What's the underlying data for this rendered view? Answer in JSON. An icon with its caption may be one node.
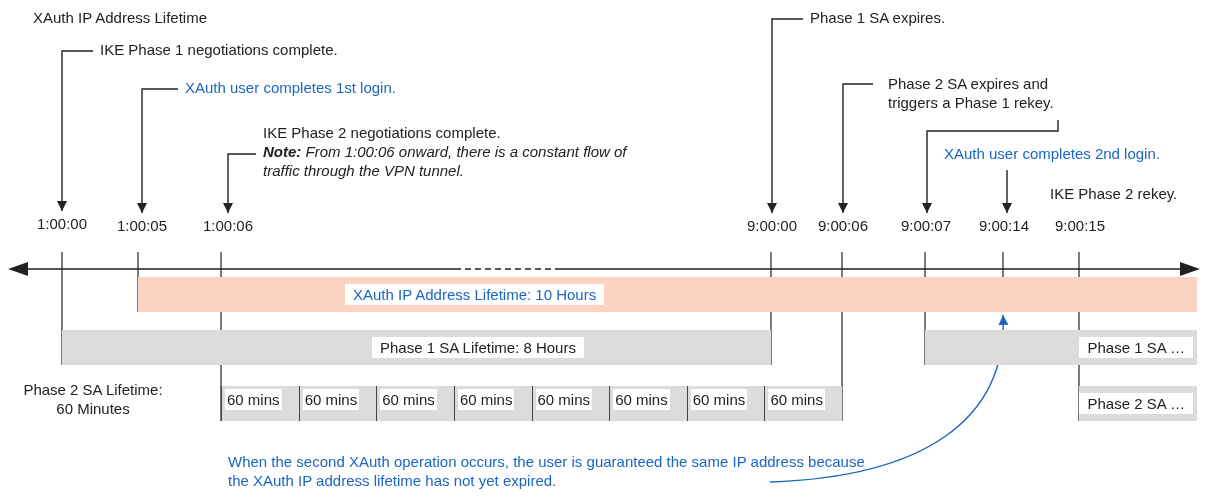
{
  "diagram": {
    "title": "XAuth IP Address Lifetime",
    "nodes": [
      {
        "text": [
          "IKE Phase 1 negotiations complete."
        ]
      },
      {
        "text": [
          "XAuth user completes 1st login."
        ]
      },
      {
        "text": [
          "IKE Phase 2 negotiations complete.",
          "**Note:** From 1:00:06 onward, there is a constant flow of traffic through the VPN tunnel."
        ]
      },
      {
        "text": [
          "Phase 1 SA expires."
        ]
      },
      {
        "text": [
          "Phase 2 SA expires and triggers a Phase 1 rekey."
        ]
      },
      {
        "text": [
          "XAuth user completes 2nd login."
        ]
      },
      {
        "text": [
          "1:00:00"
        ]
      },
      {
        "text": [
          "1:00:05"
        ]
      },
      {
        "text": [
          "1:00:06"
        ]
      },
      {
        "text": [
          "9:00:00"
        ]
      },
      {
        "text": [
          "9:00:06"
        ]
      },
      {
        "text": [
          "9:00:07"
        ]
      },
      {
        "text": [
          "9:00:14"
        ]
      },
      {
        "text": [
          "9:00:15"
        ]
      },
      {
        "text": [
          "XAuth IP Address Lifetime: 10 Hours"
        ]
      },
      {
        "text": [
          "Phase 1 SA Lifetime: 8 Hours"
        ]
      },
      {
        "text": [
          "Phase 1 SA …"
        ]
      },
      {
        "text": [
          "60 mins"
        ]
      },
      {
        "text": [
          "60 mins"
        ]
      },
      {
        "text": [
          "60 mins"
        ]
      },
      {
        "text": [
          "60 mins"
        ]
      },
      {
        "text": [
          "60 mins"
        ]
      },
      {
        "text": [
          "60 mins"
        ]
      },
      {
        "text": [
          "60 mins"
        ]
      },
      {
        "text": [
          "60 mins"
        ]
      },
      {
        "text": [
          "Phase 2 SA …"
        ]
      },
      {
        "text": [
          "When the second XAuth operation occurs, the user is guaranteed the same IP address because the XAuth IP address lifetime has not yet expired."
        ]
      }
    ],
    "edges": [
      {
        "from": 0,
        "to": 6,
        "arrow": "to"
      },
      {
        "from": 1,
        "to": 7,
        "arrow": "to"
      },
      {
        "from": 2,
        "to": 8,
        "arrow": "to"
      },
      {
        "from": 3,
        "to": 9,
        "arrow": "to"
      },
      {
        "from": 4,
        "to": 10,
        "arrow": "to"
      },
      {
        "from": 4,
        "to": 11,
        "arrow": "to"
      },
      {
        "from": 5,
        "to": 12,
        "arrow": "to"
      },
      {
        "from": 26,
        "to": 14,
        "arrow": "to",
        "color": "#1a66c2"
      }
    ],
    "labels": [
      "IKE Phase 2 rekey.",
      "Phase 2 SA Lifetime: 60 Minutes"
    ]
  }
}
